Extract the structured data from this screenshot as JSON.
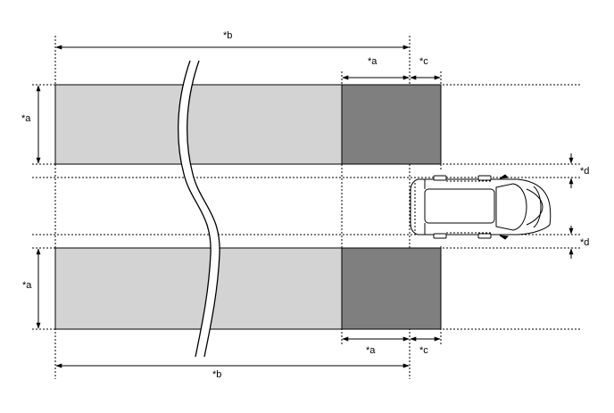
{
  "diagram": {
    "labels": {
      "top_b": "*b",
      "top_a": "*a",
      "top_c": "*c",
      "left_a_upper": "*a",
      "left_a_lower": "*a",
      "right_d_upper": "*d",
      "right_d_lower": "*d",
      "bottom_a": "*a",
      "bottom_c": "*c",
      "bottom_b": "*b"
    },
    "colors": {
      "light_gray": "#d3d3d3",
      "dark_gray": "#7f7f7f",
      "line": "#000000"
    },
    "icons": {
      "vehicle": "car-top-view-icon"
    }
  }
}
